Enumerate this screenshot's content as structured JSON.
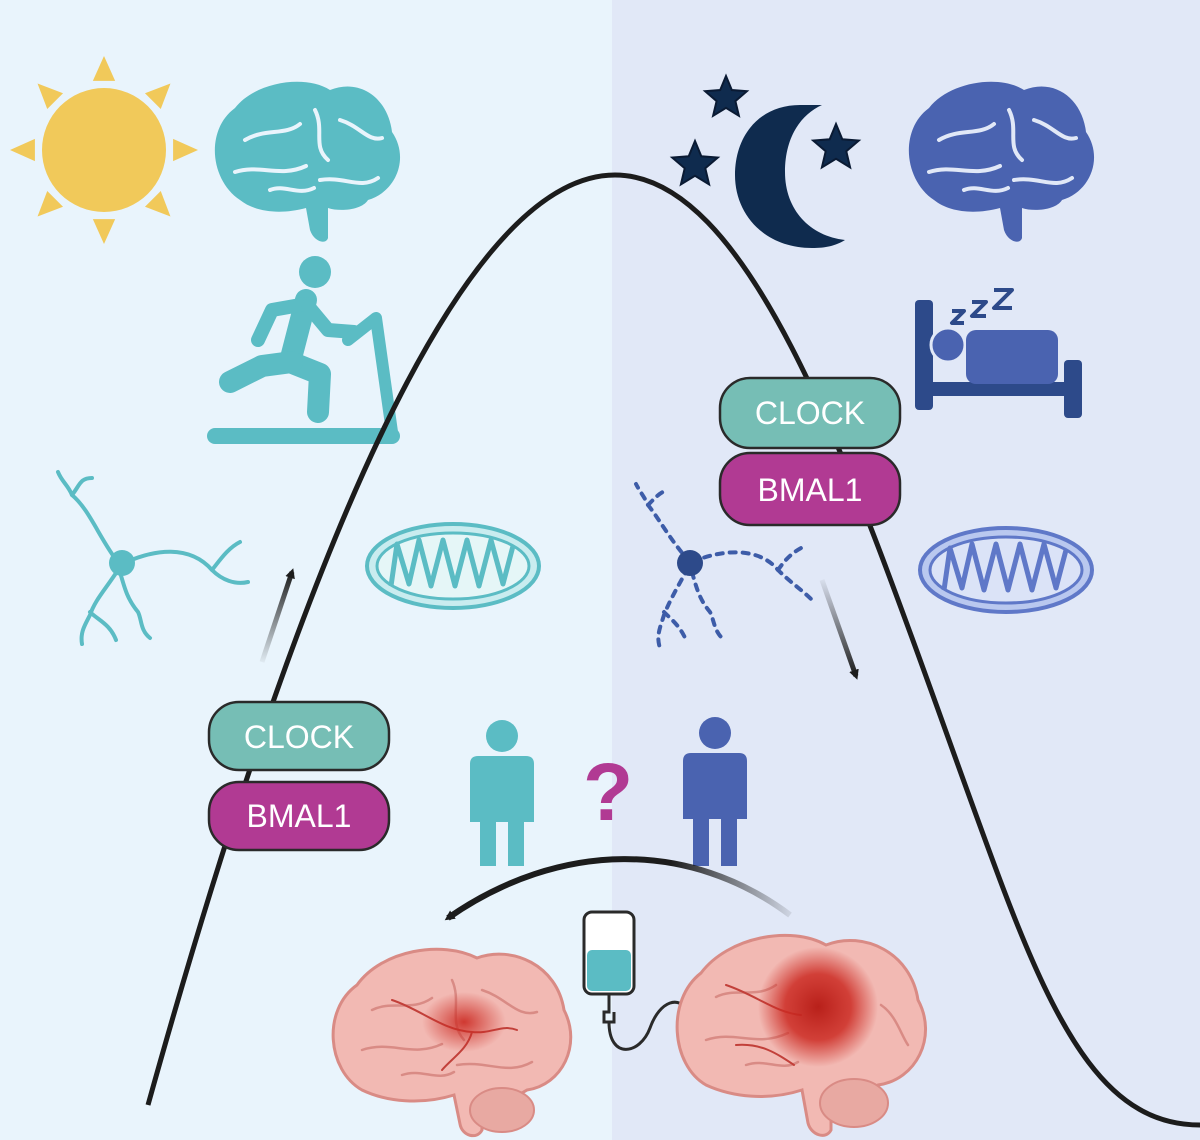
{
  "panels": {
    "day": {
      "name": "day",
      "color": "#e9f4fc"
    },
    "night": {
      "name": "night",
      "color": "#e1e8f7"
    }
  },
  "day_complex": {
    "clock_label": "CLOCK",
    "bmal1_label": "BMAL1"
  },
  "night_complex": {
    "clock_label": "CLOCK",
    "bmal1_label": "BMAL1"
  },
  "question": {
    "symbol": "?"
  },
  "colors": {
    "day_teal": "#5bbcc4",
    "night_blue": "#4a63b0",
    "clock_fill": "#76beb5",
    "bmal1_fill": "#b13a93",
    "sun": "#f1c95a",
    "moon": "#0f2b4e",
    "curve": "#1c1c1c",
    "brain_tissue": "#f2b9b3",
    "lesion": "#cc2a22"
  },
  "icons": {
    "day": [
      "sun-icon",
      "brain-icon",
      "treadmill-runner-icon",
      "neuron-icon",
      "mitochondrion-icon",
      "person-icon"
    ],
    "night": [
      "moon-icon",
      "star-icon",
      "brain-icon",
      "sleeping-bed-icon",
      "fragmented-neuron-icon",
      "mitochondrion-icon",
      "person-icon"
    ],
    "bottom": [
      "infarct-brain-icon",
      "iv-drip-icon",
      "infarct-brain-icon"
    ]
  }
}
